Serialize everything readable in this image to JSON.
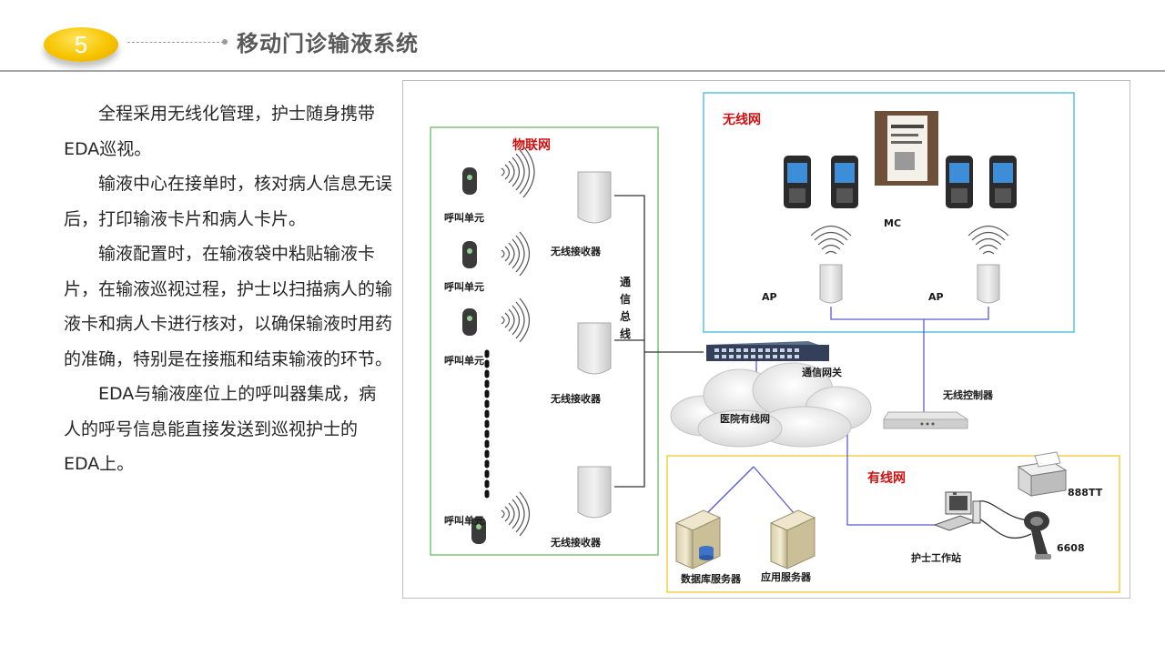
{
  "header": {
    "section_number": "5",
    "title": "移动门诊输液系统"
  },
  "body": {
    "paragraphs": [
      "全程采用无线化管理，护士随身携带EDA巡视。",
      "输液中心在接单时，核对病人信息无误后，打印输液卡片和病人卡片。",
      "输液配置时，在输液袋中粘贴输液卡片，在输液巡视过程，护士以扫描病人的输液卡和病人卡进行核对，以确保输液时用药的准确，特别是在接瓶和结束输液的环节。",
      "EDA与输液座位上的呼叫器集成，病人的呼号信息能直接发送到巡视护士的EDA上。"
    ]
  },
  "diagram": {
    "zones": {
      "iot": "物联网",
      "wireless": "无线网",
      "wired": "有线网"
    },
    "call_unit_label": "呼叫单元",
    "receiver_label": "无线接收器",
    "bus_label": "通信总线",
    "mc_label": "MC",
    "ap_label": "AP",
    "gateway_label": "通信网关",
    "hospital_network_label": "医院有线网",
    "wireless_controller_label": "无线控制器",
    "db_server_label": "数据库服务器",
    "app_server_label": "应用服务器",
    "nurse_station_label": "护士工作站",
    "printer_label": "888TT",
    "scanner_label": "6608",
    "colors": {
      "iot_border": "#7dc47d",
      "wireless_border": "#5bc0de",
      "wired_border": "#f0d040",
      "link": "#5a5ad0",
      "zone_title": "#d01010"
    }
  }
}
